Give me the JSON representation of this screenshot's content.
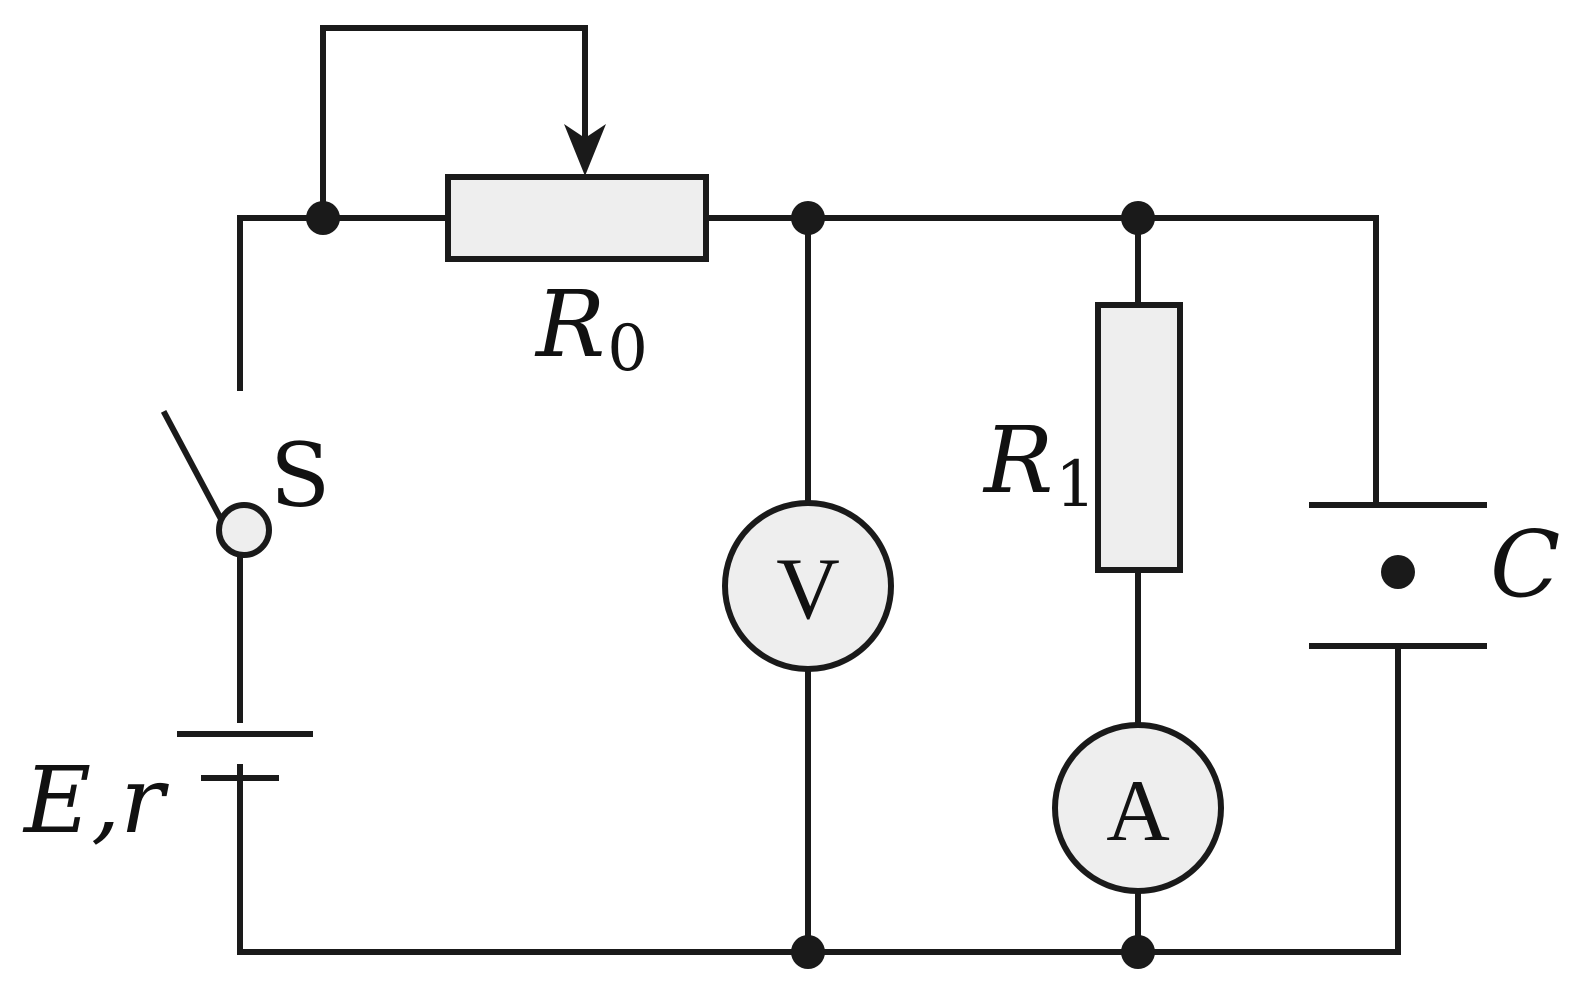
{
  "diagram": {
    "labels": {
      "rheostat": "R",
      "rheostat_sub": "0",
      "resistor": "R",
      "resistor_sub": "1",
      "switch": "S",
      "source": "E,r",
      "capacitor": "C",
      "voltmeter": "V",
      "ammeter": "A"
    },
    "colors": {
      "stroke": "#1a1a1a",
      "component_fill": "#eeeeee"
    },
    "icons": {
      "voltmeter": "voltmeter-icon",
      "ammeter": "ammeter-icon",
      "switch": "switch-icon",
      "battery": "battery-icon",
      "capacitor": "capacitor-icon",
      "rheostat": "rheostat-icon",
      "resistor": "resistor-icon"
    }
  }
}
